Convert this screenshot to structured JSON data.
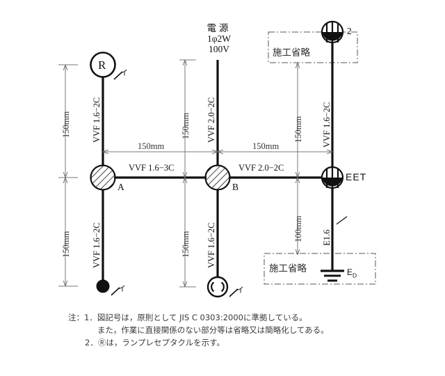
{
  "diagram": {
    "title_source": {
      "line1": "電源",
      "line2": "1φ2W",
      "line3": "100V"
    },
    "symbols": {
      "lamp_receptacle": "R",
      "box_a": "A",
      "box_b": "B",
      "eet": "EET",
      "outlet_count": "2",
      "ground": "E",
      "ground_sub": "D",
      "switch_mark": "イ"
    },
    "omission_label": "施工省略",
    "cables": {
      "r_to_a": "VVF 1.6−2C",
      "a_to_sw": "VVF 1.6−2C",
      "src_to_b": "VVF 2.0−2C",
      "b_to_ceiling": "VVF 1.6−2C",
      "a_to_b": "VVF 1.6−3C",
      "b_to_eet": "VVF 2.0−2C",
      "eet_to_outlet": "VVF 1.6−2C",
      "earth": "E1.6"
    },
    "dimensions": {
      "r_to_a": "150mm",
      "a_to_sw": "150mm",
      "src_to_b": "150mm",
      "b_to_ceiling": "150mm",
      "a_to_b_h": "150mm",
      "b_to_eet_h": "150mm",
      "eet_to_outlet": "150mm",
      "eet_to_ground": "100mm"
    },
    "notes": [
      "注：1．図記号は，原則として JIS C 0303:2000に準拠している。",
      "また，作業に直接関係のない部分等は省略又は簡略化してある。",
      "2．Ⓡは，ランプレセプタクルを示す。"
    ],
    "colors": {
      "line": "#111111",
      "dim_line": "#777777",
      "omit_box": "#555555",
      "background": "#ffffff"
    }
  }
}
